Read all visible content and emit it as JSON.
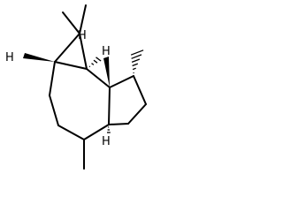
{
  "diagram": {
    "type": "skeletal-formula",
    "atom_labels": {
      "h_cyclopropane_left": "H",
      "h_cyclopropane_right": "H",
      "h_ring_junction_top": "H",
      "h_ring_junction_bottom": "H"
    }
  }
}
